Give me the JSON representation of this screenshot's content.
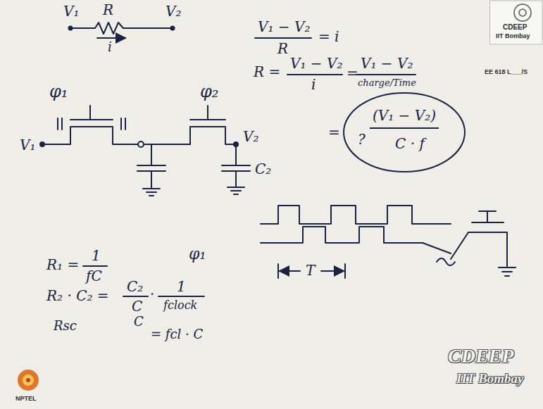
{
  "diagram": {
    "nodes": [
      {
        "text": [
          "(V₁ − V₂)",
          "?",
          "C · f"
        ]
      }
    ],
    "labels": [
      "V₁",
      "R",
      "V₂",
      "i",
      "V₁ − V₂",
      "R",
      "= i",
      "R =",
      "V₁ − V₂",
      "i",
      "=",
      "V₁ − V₂",
      "charge/Time",
      "=",
      "φ₁",
      "φ₂",
      "V₁",
      "V₂",
      "C₂",
      "R₁ =",
      "1",
      "fC",
      "φ₁",
      "R₂ · C₂ =",
      "C₂",
      "C",
      "·",
      "1",
      "fclock",
      "Rsc",
      "C",
      "= fcl · C",
      "T",
      "EE 618 L___/S",
      "CDEEP",
      "IIT Bombay",
      "CDEEP",
      "IIT Bombay",
      "NPTEL"
    ]
  }
}
